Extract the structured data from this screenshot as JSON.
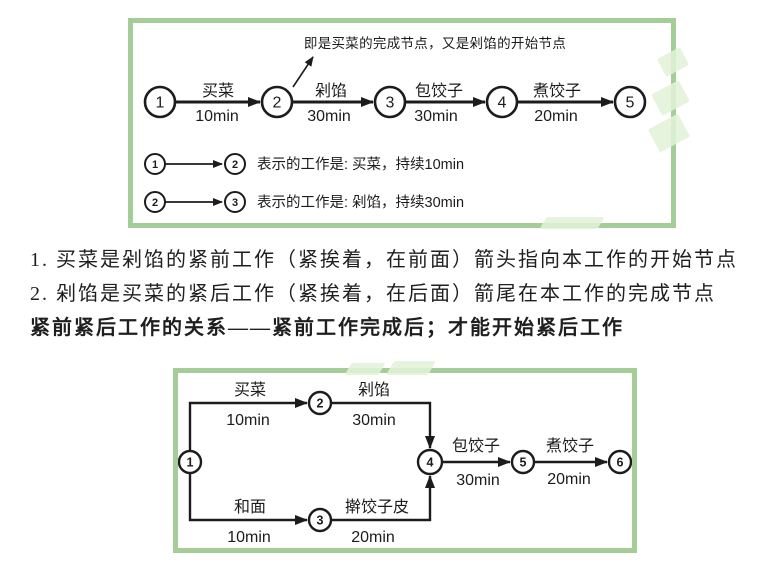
{
  "colors": {
    "border_green": "#a5cd98",
    "watermark_green": "#e2f2d8",
    "ink": "#1c1c1c"
  },
  "top_box": {
    "annotation": "即是买菜的完成节点，又是剁馅的开始节点",
    "nodes": [
      "1",
      "2",
      "3",
      "4",
      "5"
    ],
    "activities": [
      {
        "name": "买菜",
        "duration": "10min"
      },
      {
        "name": "剁馅",
        "duration": "30min"
      },
      {
        "name": "包饺子",
        "duration": "30min"
      },
      {
        "name": "煮饺子",
        "duration": "20min"
      }
    ],
    "legend": [
      {
        "from": "1",
        "to": "2",
        "label": "表示的工作是: 买菜，持续10min"
      },
      {
        "from": "2",
        "to": "3",
        "label": "表示的工作是: 剁馅，持续30min"
      }
    ]
  },
  "notes": {
    "line1": "1. 买菜是剁馅的紧前工作（紧挨着，在前面）箭头指向本工作的开始节点",
    "line2": "2. 剁馅是买菜的紧后工作（紧挨着，在后面）箭尾在本工作的完成节点",
    "line3": "紧前紧后工作的关系——紧前工作完成后；才能开始紧后工作"
  },
  "bottom_box": {
    "nodes": [
      "1",
      "2",
      "3",
      "4",
      "5",
      "6"
    ],
    "activities": [
      {
        "name": "买菜",
        "duration": "10min"
      },
      {
        "name": "剁馅",
        "duration": "30min"
      },
      {
        "name": "和面",
        "duration": "10min"
      },
      {
        "name": "擀饺子皮",
        "duration": "20min"
      },
      {
        "name": "包饺子",
        "duration": "30min"
      },
      {
        "name": "煮饺子",
        "duration": "20min"
      }
    ]
  }
}
